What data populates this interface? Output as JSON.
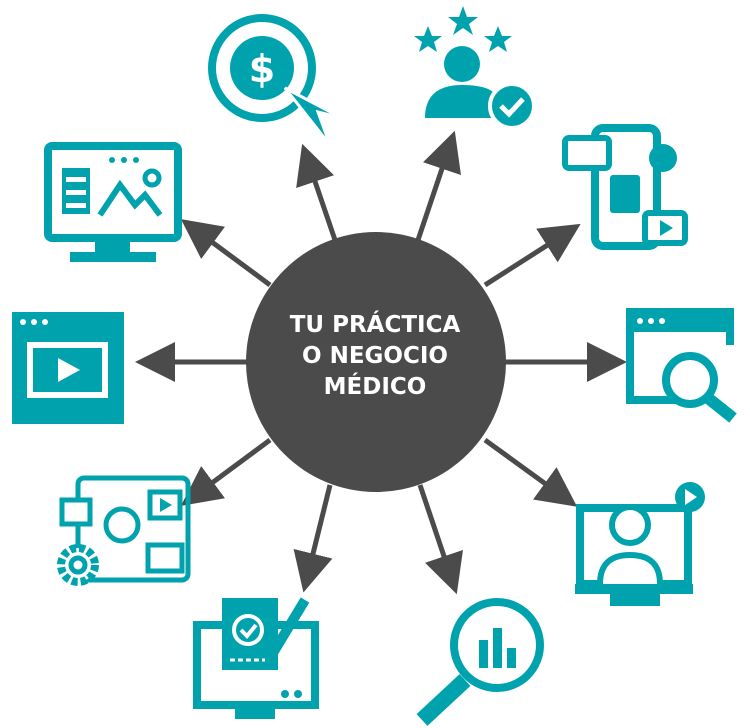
{
  "center": {
    "lines": [
      "TU PRÁCTICA",
      "O NEGOCIO",
      "MÉDICO"
    ]
  },
  "colors": {
    "teal": "#00a3ad",
    "dark": "#4b4b4b"
  },
  "icons": [
    "dollar-click-icon",
    "rated-user-icon",
    "social-phone-icon",
    "search-window-icon",
    "video-call-icon",
    "chart-magnifier-icon",
    "document-sign-icon",
    "content-settings-icon",
    "video-window-icon",
    "image-monitor-icon"
  ]
}
